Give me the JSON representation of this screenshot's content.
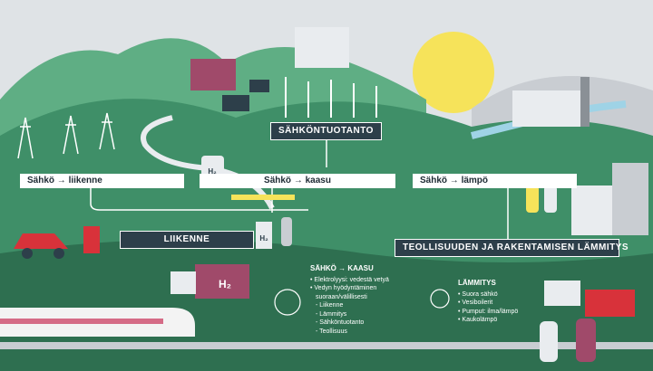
{
  "labels": {
    "power_generation": "SÄHKÖNTUOTANTO",
    "traffic": "LIIKENNE",
    "industry_heating": "TEOLLISUUDEN JA RAKENTAMISEN LÄMMITYS",
    "power_to_traffic": "Sähkö → liikenne",
    "power_to_gas": "Sähkö → kaasu",
    "power_to_heat": "Sähkö → lämpö"
  },
  "gas_info": {
    "heading": "SÄHKÖ → KAASU",
    "items": [
      "• Elektrolyysi: vedestä vetyä",
      "• Vedyn hyödyntäminen",
      "suoraan/välillisesti",
      "- Liikenne",
      "- Lämmitys",
      "- Sähköntuotanto",
      "- Teollisuus"
    ]
  },
  "heat_info": {
    "heading": "LÄMMITYS",
    "items": [
      "• Suora sähkö",
      "• Vesiboilerit",
      "• Pumput: ilma/lämpö",
      "• Kaukolämpö"
    ]
  },
  "hydrogen_symbol": "H₂",
  "colors": {
    "green": "#3f8f68",
    "dark_green": "#2e6f50",
    "panel": "#2d3f4a",
    "sky": "#dfe3e6",
    "red": "#d8323a",
    "truck": "#a04a6a"
  }
}
